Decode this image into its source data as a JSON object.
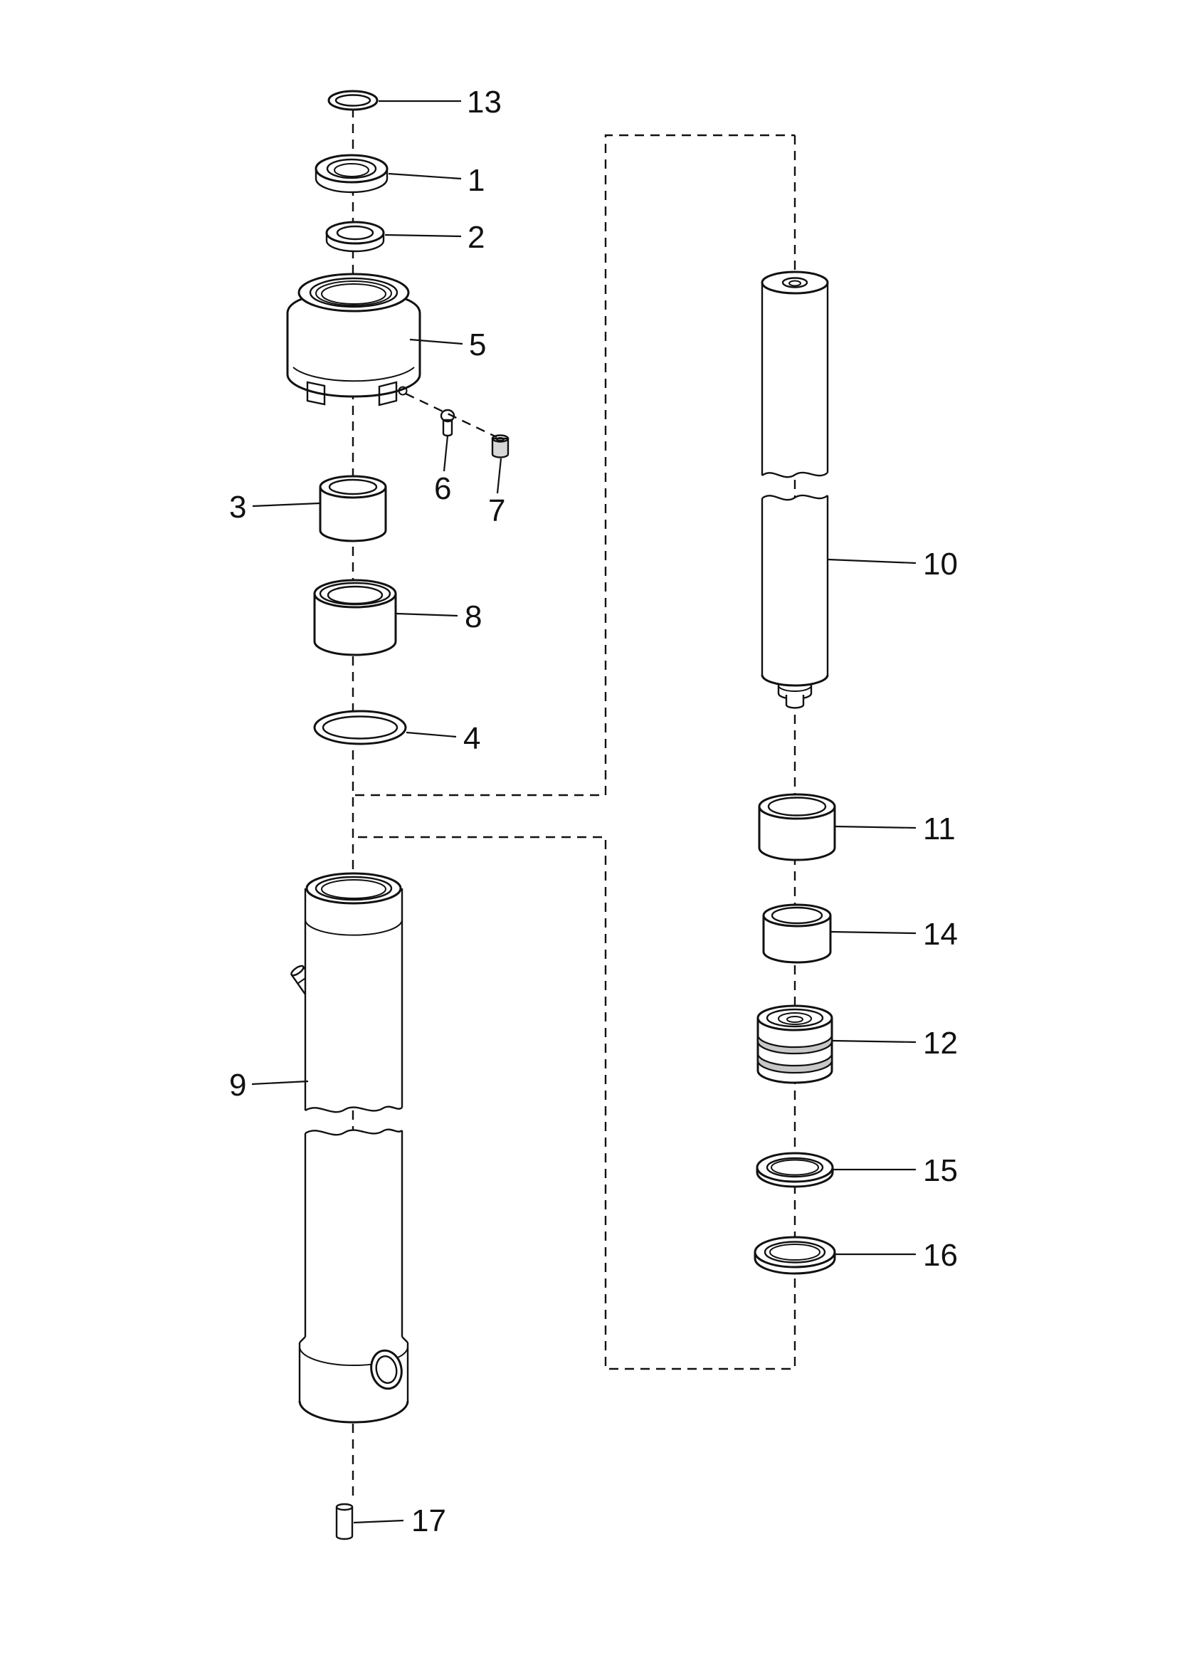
{
  "figure": {
    "callouts": {
      "part1": "1",
      "part2": "2",
      "part3": "3",
      "part4": "4",
      "part5": "5",
      "part6": "6",
      "part7": "7",
      "part8": "8",
      "part9": "9",
      "part10": "10",
      "part11": "11",
      "part12": "12",
      "part13": "13",
      "part14": "14",
      "part15": "15",
      "part16": "16",
      "part17": "17"
    },
    "colors": {
      "ink": "#111111",
      "paper": "#ffffff"
    }
  }
}
